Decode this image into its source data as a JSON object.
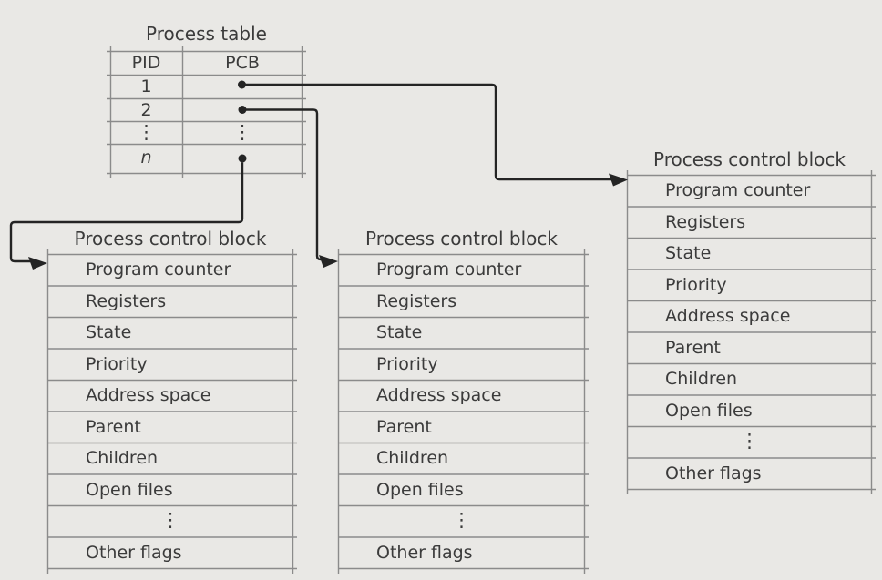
{
  "colors": {
    "background": "#e9e8e5",
    "grid_line": "#8b8b8b",
    "text": "#3b3b3b",
    "arrow": "#242424"
  },
  "process_table": {
    "title": "Process table",
    "columns": [
      "PID",
      "PCB"
    ],
    "rows": [
      "1",
      "2",
      "⋮",
      "n"
    ]
  },
  "pcb": {
    "title": "Process control block",
    "rows": [
      "Program counter",
      "Registers",
      "State",
      "Priority",
      "Address space",
      "Parent",
      "Children",
      "Open files",
      "⋮",
      "Other flags"
    ]
  }
}
